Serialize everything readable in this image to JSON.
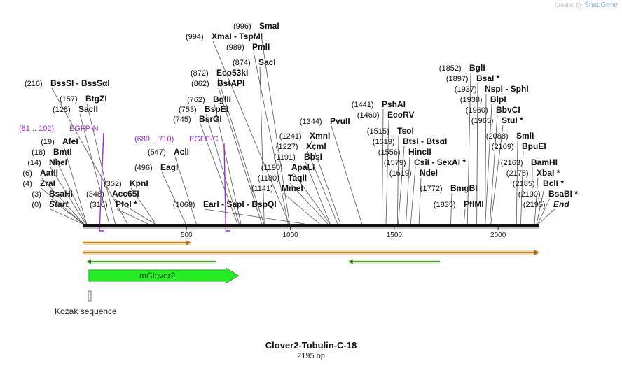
{
  "brand": {
    "created_by": "Created by",
    "name": "SnapGene"
  },
  "plasmid": {
    "name": "Clover2-Tubulin-C-18",
    "length_label": "2195 bp",
    "length": 2195
  },
  "ticks": [
    {
      "pos": 500,
      "label": "500"
    },
    {
      "pos": 1000,
      "label": "1000"
    },
    {
      "pos": 1500,
      "label": "1500"
    },
    {
      "pos": 2000,
      "label": "2000"
    }
  ],
  "sites": [
    {
      "name": "Start",
      "pos": 0,
      "label": "(0)",
      "italic": true
    },
    {
      "name": "BsaHI",
      "pos": 3,
      "label": "(3)"
    },
    {
      "name": "ZraI",
      "pos": 4,
      "label": "(4)"
    },
    {
      "name": "AatII",
      "pos": 6,
      "label": "(6)"
    },
    {
      "name": "NheI",
      "pos": 14,
      "label": "(14)"
    },
    {
      "name": "BmtI",
      "pos": 18,
      "label": "(18)"
    },
    {
      "name": "AfeI",
      "pos": 19,
      "label": "(19)"
    },
    {
      "name": "SacII",
      "pos": 128,
      "label": "(128)"
    },
    {
      "name": "BtgZI",
      "pos": 157,
      "label": "(157)"
    },
    {
      "name": "BssSI - BssSαI",
      "pos": 216,
      "label": "(216)"
    },
    {
      "name": "PfoI *",
      "pos": 316,
      "label": "(316)"
    },
    {
      "name": "Acc65I",
      "pos": 348,
      "label": "(348)"
    },
    {
      "name": "KpnI",
      "pos": 352,
      "label": "(352)"
    },
    {
      "name": "EagI",
      "pos": 496,
      "label": "(496)"
    },
    {
      "name": "AclI",
      "pos": 547,
      "label": "(547)"
    },
    {
      "name": "BsrGI",
      "pos": 745,
      "label": "(745)"
    },
    {
      "name": "BspEI",
      "pos": 753,
      "label": "(753)"
    },
    {
      "name": "BglII",
      "pos": 762,
      "label": "(762)"
    },
    {
      "name": "BstAPI",
      "pos": 862,
      "label": "(862)"
    },
    {
      "name": "Eco53kI",
      "pos": 872,
      "label": "(872)"
    },
    {
      "name": "SacI",
      "pos": 874,
      "label": "(874)"
    },
    {
      "name": "PmlI",
      "pos": 989,
      "label": "(989)"
    },
    {
      "name": "XmaI - TspMI",
      "pos": 994,
      "label": "(994)"
    },
    {
      "name": "SmaI",
      "pos": 996,
      "label": "(996)"
    },
    {
      "name": "EarI - SapI - BspQI",
      "pos": 1068,
      "label": "(1068)"
    },
    {
      "name": "MmeI",
      "pos": 1141,
      "label": "(1141)"
    },
    {
      "name": "TaqII",
      "pos": 1180,
      "label": "(1180)"
    },
    {
      "name": "ApaLI",
      "pos": 1190,
      "label": "(1190)"
    },
    {
      "name": "BbsI",
      "pos": 1191,
      "label": "(1191)"
    },
    {
      "name": "XcmI",
      "pos": 1227,
      "label": "(1227)"
    },
    {
      "name": "XmnI",
      "pos": 1241,
      "label": "(1241)"
    },
    {
      "name": "PvuII",
      "pos": 1344,
      "label": "(1344)"
    },
    {
      "name": "PshAI",
      "pos": 1441,
      "label": "(1441)"
    },
    {
      "name": "EcoRV",
      "pos": 1460,
      "label": "(1460)"
    },
    {
      "name": "TsoI",
      "pos": 1515,
      "label": "(1515)"
    },
    {
      "name": "BtsI - BtsαI",
      "pos": 1519,
      "label": "(1519)"
    },
    {
      "name": "HincII",
      "pos": 1556,
      "label": "(1556)"
    },
    {
      "name": "CsiI - SexAI *",
      "pos": 1579,
      "label": "(1579)"
    },
    {
      "name": "NdeI",
      "pos": 1619,
      "label": "(1619)"
    },
    {
      "name": "BmgBI",
      "pos": 1772,
      "label": "(1772)"
    },
    {
      "name": "PflMI",
      "pos": 1835,
      "label": "(1835)"
    },
    {
      "name": "BglI",
      "pos": 1852,
      "label": "(1852)"
    },
    {
      "name": "BsaI *",
      "pos": 1897,
      "label": "(1897)"
    },
    {
      "name": "NspI - SphI",
      "pos": 1937,
      "label": "(1937)"
    },
    {
      "name": "BlpI",
      "pos": 1938,
      "label": "(1938)"
    },
    {
      "name": "BbvCI",
      "pos": 1960,
      "label": "(1960)"
    },
    {
      "name": "StuI *",
      "pos": 1965,
      "label": "(1965)"
    },
    {
      "name": "SmlI",
      "pos": 2088,
      "label": "(2088)"
    },
    {
      "name": "BpuEI",
      "pos": 2109,
      "label": "(2109)"
    },
    {
      "name": "BamHI",
      "pos": 2163,
      "label": "(2163)"
    },
    {
      "name": "XbaI *",
      "pos": 2175,
      "label": "(2175)"
    },
    {
      "name": "BclI *",
      "pos": 2185,
      "label": "(2185)"
    },
    {
      "name": "BsaBI *",
      "pos": 2190,
      "label": "(2190)"
    },
    {
      "name": "End",
      "pos": 2195,
      "label": "(2195)",
      "italic": true
    }
  ],
  "primers": [
    {
      "name": "EGFP-N",
      "range": "(81 .. 102)",
      "start": 81,
      "end": 102
    },
    {
      "name": "EGFP-C",
      "range": "(689 .. 710)",
      "start": 689,
      "end": 710
    }
  ],
  "orfs": [
    {
      "start": 0,
      "end": 520,
      "direction": "forward"
    },
    {
      "start": 0,
      "end": 2195,
      "direction": "forward"
    },
    {
      "start": 20,
      "end": 640,
      "direction": "reverse"
    },
    {
      "start": 1280,
      "end": 1720,
      "direction": "reverse"
    }
  ],
  "features": [
    {
      "name": "mClover2",
      "start": 30,
      "end": 750,
      "type": "cds",
      "direction": "forward",
      "color": "#22ee22"
    },
    {
      "name": "Kozak sequence",
      "start": 30,
      "end": 40,
      "type": "misc",
      "color": "#cccccc"
    }
  ],
  "colors": {
    "backbone": "#111111",
    "orf_fill": "#f3d9a8",
    "orf_arrow_forward": "#a06a10",
    "orf_arrow_reverse_fill": "#d8f3c8",
    "orf_arrow_reverse": "#2c7a1c",
    "primer": "#9a2fd0",
    "site_line": "#555555"
  }
}
